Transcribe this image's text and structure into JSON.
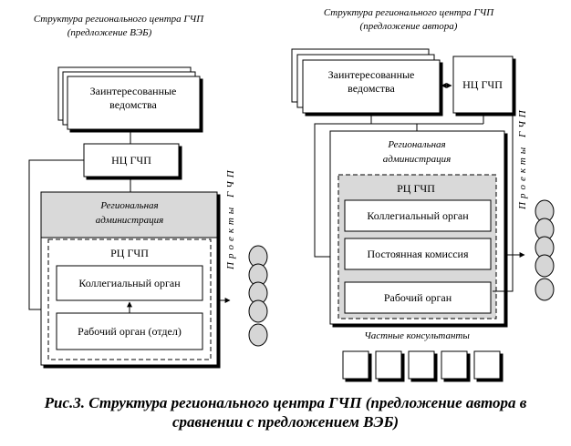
{
  "left": {
    "title_line1": "Структура регионального центра ГЧП",
    "title_line2": "(предложение ВЭБ)",
    "interested": [
      "Заинтересованные",
      "ведомства"
    ],
    "nc": "НЦ ГЧП",
    "admin": [
      "Региональная",
      "администрация"
    ],
    "rc": "РЦ ГЧП",
    "collegial": "Коллегиальный орган",
    "working": "Рабочий орган (отдел)",
    "projects": "Проекты ГЧП"
  },
  "right": {
    "title_line1": "Структура регионального центра ГЧП",
    "title_line2": "(предложение автора)",
    "interested": [
      "Заинтересованные",
      "ведомства"
    ],
    "nc": "НЦ ГЧП",
    "admin": [
      "Региональная",
      "администрация"
    ],
    "rc": "РЦ ГЧП",
    "collegial": "Коллегиальный орган",
    "permanent": "Постоянная комиссия",
    "working": "Рабочий орган",
    "consultants": "Частные консультанты",
    "projects": "Проекты ГЧП"
  },
  "caption_line1": "Рис.3. Структура регионального центра ГЧП (предложение автора в",
  "caption_line2": "сравнении с предложением ВЭБ)"
}
